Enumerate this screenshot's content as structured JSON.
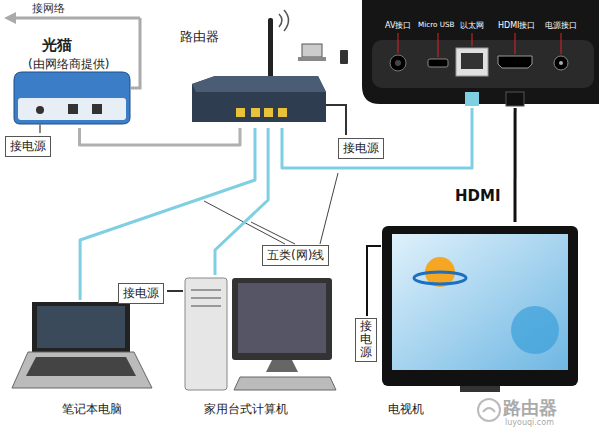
{
  "diagram": {
    "nodes": [
      {
        "text": [
          "光猫",
          "(由网络商提供)"
        ]
      },
      {
        "text": [
          "接电源"
        ]
      },
      {
        "text": [
          "路由器"
        ]
      },
      {
        "text": [
          "接电源"
        ]
      },
      {
        "text": [
          "AV接口",
          "Micro USB",
          "以太网",
          "HDMI接口",
          "电源接口"
        ]
      },
      {
        "text": [
          "五类(网)线"
        ]
      },
      {
        "text": [
          "接电源"
        ]
      },
      {
        "text": [
          "笔记本电脑"
        ]
      },
      {
        "text": [
          "家用台式计算机"
        ]
      },
      {
        "text": [
          "电视机"
        ]
      },
      {
        "text": [
          "接电源"
        ]
      }
    ],
    "edges": [
      {
        "from": 0,
        "to": 2,
        "arrow": "none"
      },
      {
        "from": 2,
        "to": 7,
        "arrow": "none"
      },
      {
        "from": 2,
        "to": 8,
        "arrow": "none"
      },
      {
        "from": 2,
        "to": 4,
        "arrow": "none"
      },
      {
        "from": 4,
        "to": 9,
        "label": "HDMI",
        "arrow": "none"
      }
    ],
    "labels": [
      "接网络",
      "路由器",
      "luyouqi.com"
    ]
  }
}
